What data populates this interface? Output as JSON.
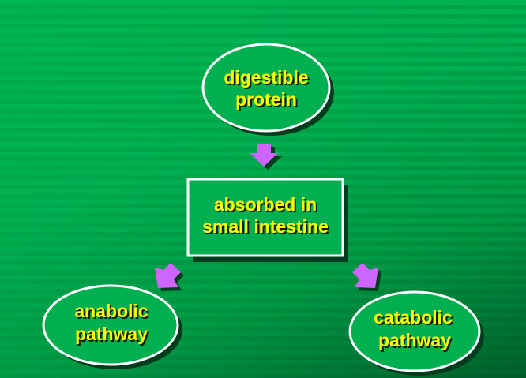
{
  "nodes": {
    "top": {
      "line1": "digestible",
      "line2": "protein"
    },
    "middle": {
      "line1": "absorbed in",
      "line2": "small intestine"
    },
    "left": {
      "line1": "anabolic",
      "line2": "pathway"
    },
    "right": {
      "line1": "catabolic",
      "line2": "pathway"
    }
  },
  "colors": {
    "shape_fill": "#00b050",
    "text": "#ffff00",
    "arrow": "#cc66ff",
    "outline": "#ffffff"
  }
}
